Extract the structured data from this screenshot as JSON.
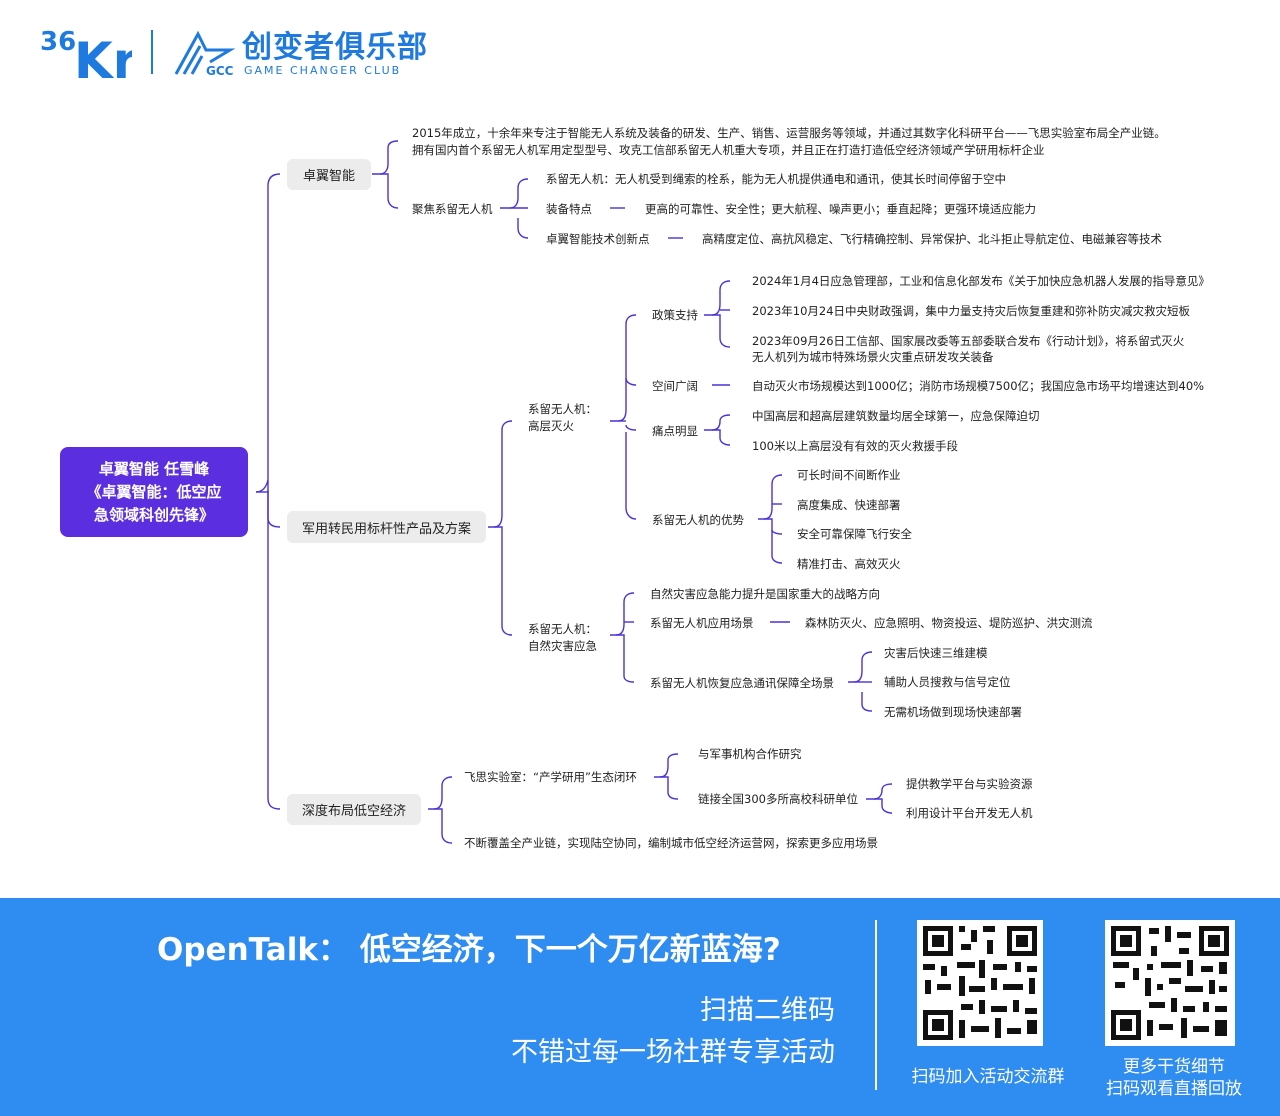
{
  "header": {
    "logo_text": "36Kr",
    "club_name_cn": "创变者俱乐部",
    "club_name_en": "GAME CHANGER CLUB",
    "club_badge": "GCC"
  },
  "mindmap": {
    "root": {
      "line1": "卓翼智能 任雪峰",
      "line2": "《卓翼智能：低空应",
      "line3": "急领域科创先锋》"
    },
    "b1": {
      "label": "卓翼智能",
      "intro1": "2015年成立，十余年来专注于智能无人系统及装备的研发、生产、销售、运营服务等领域，并通过其数字化科研平台——飞思实验室布局全产业链。",
      "intro2": "拥有国内首个系留无人机军用定型型号、攻克工信部系留无人机重大专项，并且正在打造打造低空经济领域产学研用标杆企业",
      "focus": "聚焦系留无人机",
      "focus_def": "系留无人机：无人机受到绳索的栓系，能为无人机提供通电和通讯，使其长时间停留于空中",
      "feat_label": "装备特点",
      "feat_value": "更高的可靠性、安全性；更大航程、噪声更小；垂直起降；更强环境适应能力",
      "innov_label": "卓翼智能技术创新点",
      "innov_value": "高精度定位、高抗风稳定、飞行精确控制、异常保护、北斗拒止导航定位、电磁兼容等技术"
    },
    "b2": {
      "label": "军用转民用标杆性产品及方案",
      "fire": {
        "label_l1": "系留无人机：",
        "label_l2": "高层灭火",
        "policy": "政策支持",
        "policy_items": [
          "2024年1月4日应急管理部，工业和信息化部发布《关于加快应急机器人发展的指导意见》",
          "2023年10月24日中央财政强调，集中力量支持灾后恢复重建和弥补防灾减灾救灾短板",
          "2023年09月26日工信部、国家展改委等五部委联合发布《行动计划》，将系留式灭火无人机列为城市特殊场景火灾重点研发攻关装备"
        ],
        "space": "空间广阔",
        "space_value": "自动灭火市场规模达到1000亿；消防市场规模7500亿；我国应急市场平均增速达到40%",
        "pain": "痛点明显",
        "pain_items": [
          "中国高层和超高层建筑数量均居全球第一，应急保障迫切",
          "100米以上高层没有有效的灭火救援手段"
        ],
        "adv": "系留无人机的优势",
        "adv_items": [
          "可长时间不间断作业",
          "高度集成、快速部署",
          "安全可靠保障飞行安全",
          "精准打击、高效灭火"
        ]
      },
      "disaster": {
        "label_l1": "系留无人机：",
        "label_l2": "自然灾害应急",
        "item1": "自然灾害应急能力提升是国家重大的战略方向",
        "scene": "系留无人机应用场景",
        "scene_value": "森林防灭火、应急照明、物资投运、堤防巡护、洪灾测流",
        "restore": "系留无人机恢复应急通讯保障全场景",
        "restore_items": [
          "灾害后快速三维建模",
          "辅助人员搜救与信号定位",
          "无需机场做到现场快速部署"
        ]
      }
    },
    "b3": {
      "label": "深度布局低空经济",
      "lab": "飞思实验室：“产学研用”生态闭环",
      "lab_items": [
        "与军事机构合作研究",
        "链接全国300多所高校科研单位"
      ],
      "uni_items": [
        "提供教学平台与实验资源",
        "利用设计平台开发无人机"
      ],
      "coverage": "不断覆盖全产业链，实现陆空协同，编制城市低空经济运营网，探索更多应用场景"
    }
  },
  "footer": {
    "title": "OpenTalk： 低空经济，下一个万亿新蓝海?",
    "sub1": "扫描二维码",
    "sub2": "不错过每一场社群专享活动",
    "qr1_caption": "扫码加入活动交流群",
    "qr2_caption_l1": "更多干货细节",
    "qr2_caption_l2": "扫码观看直播回放"
  },
  "colors": {
    "accent": "#5b2fe0",
    "brand": "#1f7ae0",
    "footer": "#2f8cf0",
    "pill": "#ececec"
  }
}
